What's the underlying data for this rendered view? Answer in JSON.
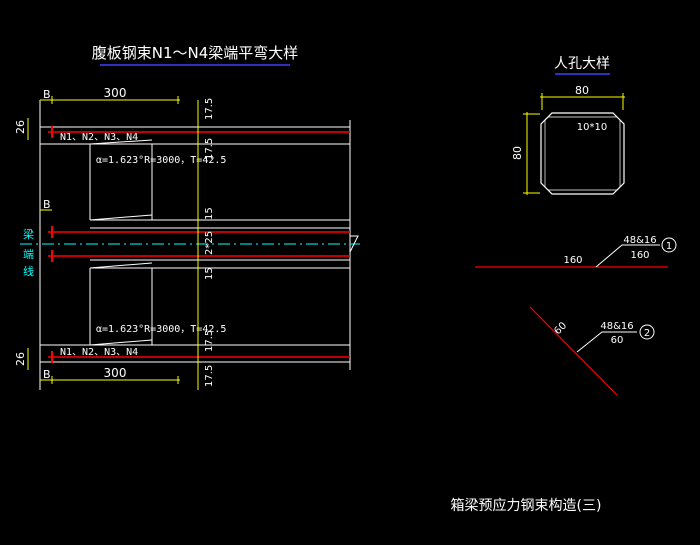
{
  "titles": {
    "main": "腹板钢束N1～N4梁端平弯大样",
    "manhole": "人孔大样",
    "sheet": "箱梁预应力钢束构造(三)"
  },
  "beam_detail": {
    "left_dim_top": "26",
    "left_dim_bottom": "26",
    "b_top": "B",
    "b_mid": "B",
    "b_bottom": "B",
    "len_top": "300",
    "len_bottom": "300",
    "tendon_label_top": "N1、N2、N3、N4",
    "tendon_label_bottom": "N1、N2、N3、N4",
    "curve_param_top": "α=1.623°R=3000，T=42.5",
    "curve_param_bottom": "α=1.623°R=3000，T=42.5",
    "end_line_chars": [
      "梁",
      "端",
      "线"
    ],
    "right_dims": [
      "17.5",
      "17.5",
      "15",
      "2*25",
      "15",
      "17.5",
      "17.5"
    ]
  },
  "manhole_detail": {
    "width": "80",
    "height": "80",
    "chamfer": "10*10"
  },
  "welds": [
    {
      "spec": "48&16",
      "length": "160",
      "seg_length": "160",
      "number": "1"
    },
    {
      "spec": "48&16",
      "length": "60",
      "seg_length": "60",
      "number": "2"
    }
  ],
  "colors": {
    "background": "#000000",
    "white": "#ffffff",
    "yellow": "#ffff00",
    "red": "#ff0000",
    "cyan": "#00ffff",
    "blue": "#4040ff"
  }
}
